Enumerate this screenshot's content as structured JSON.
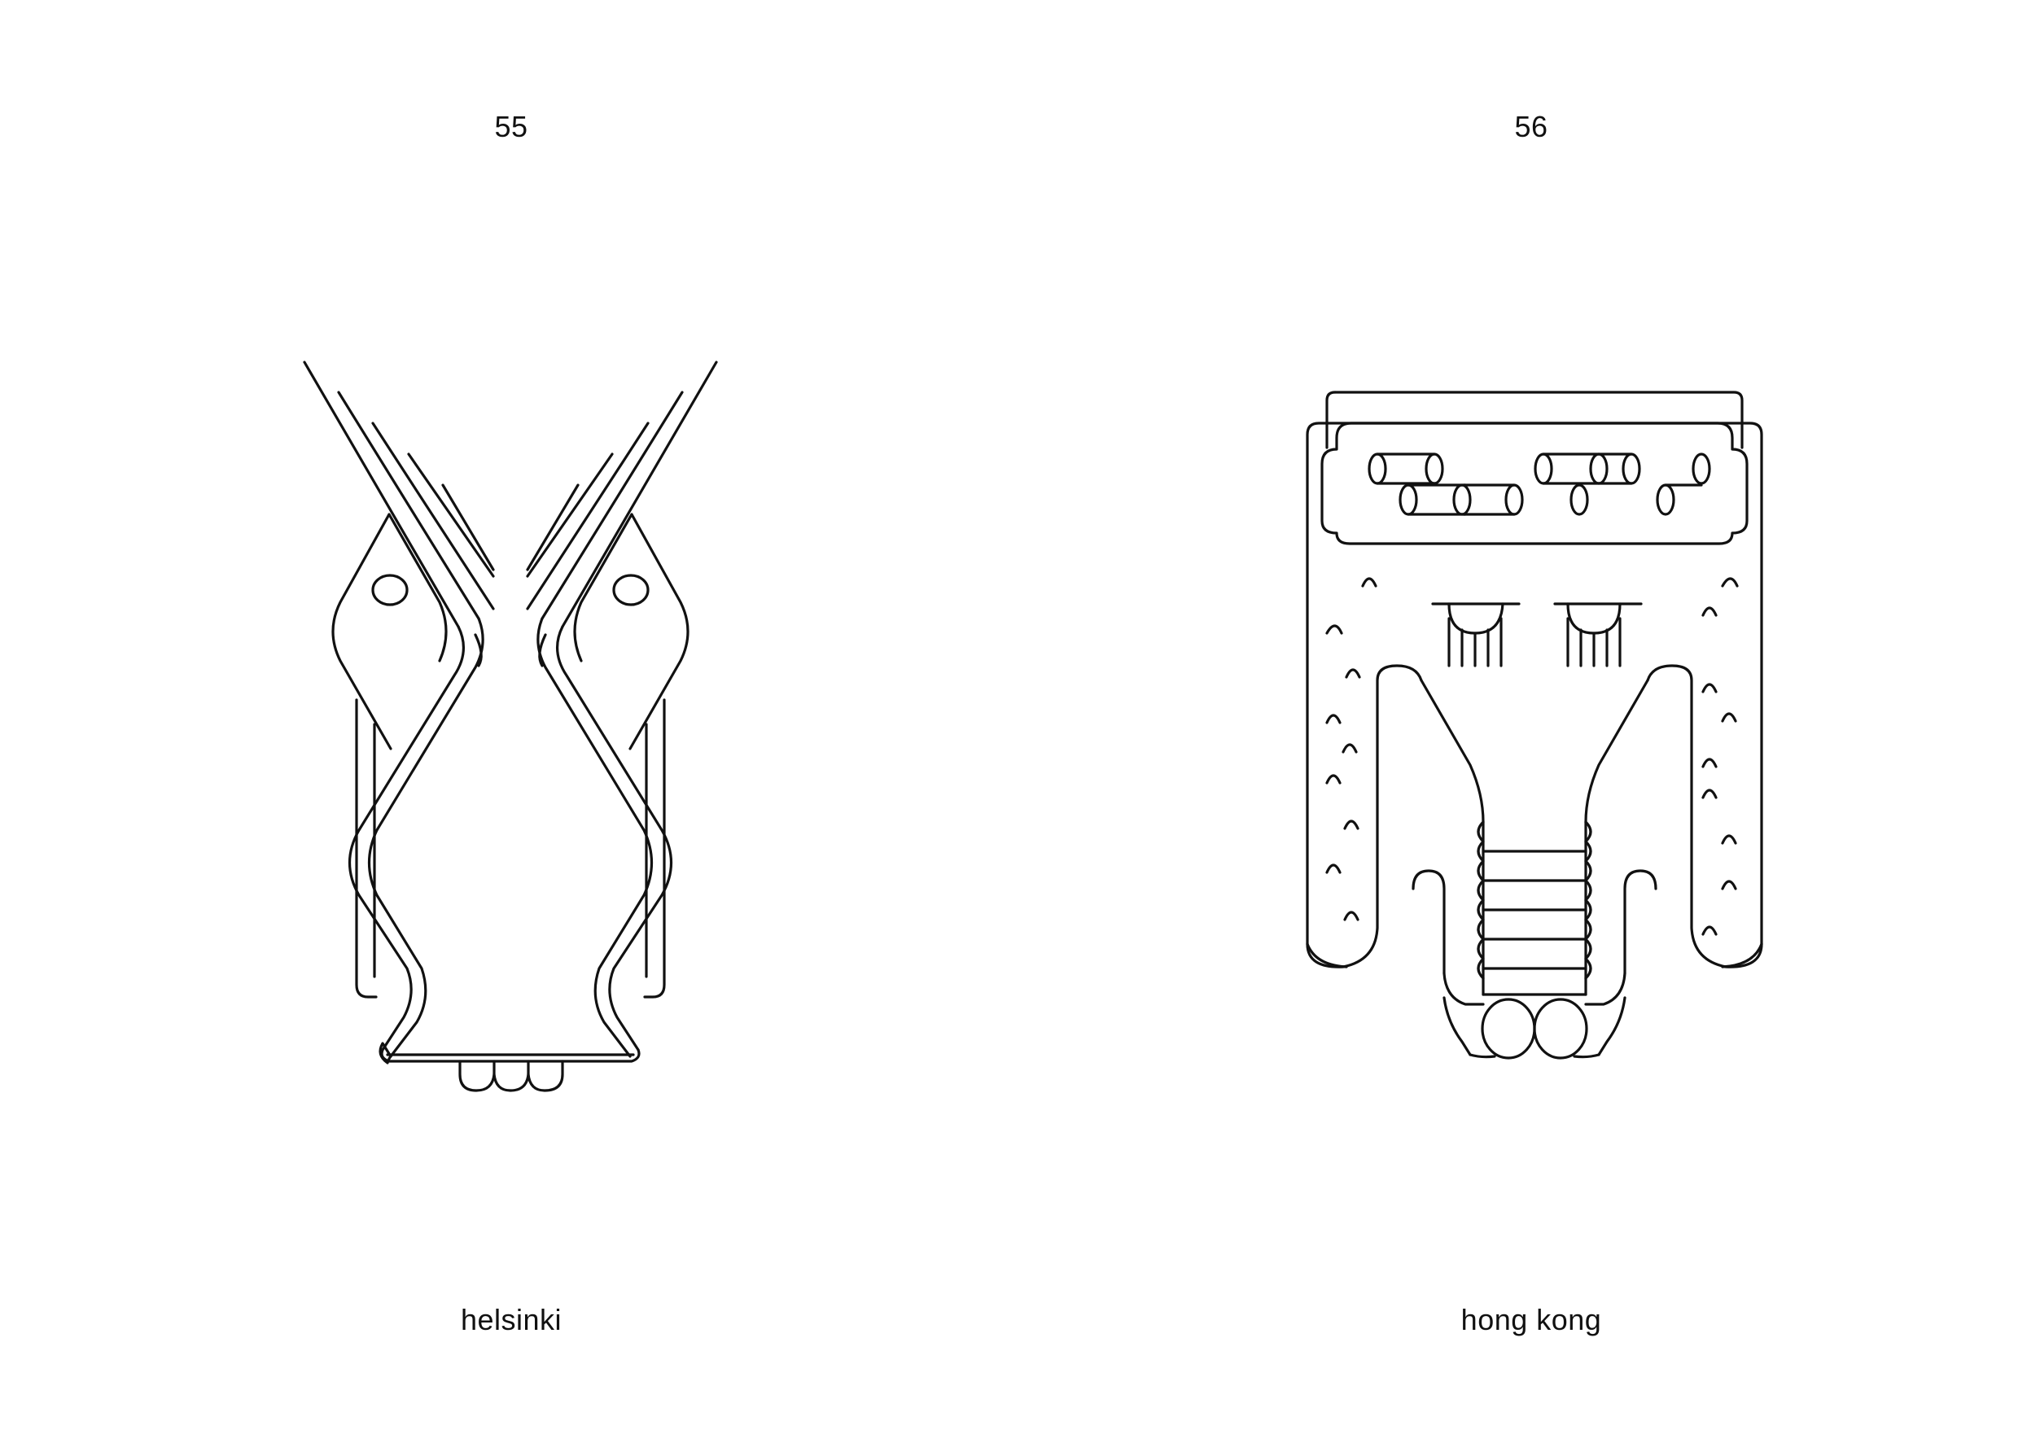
{
  "pages": [
    {
      "number": "55",
      "caption": "helsinki",
      "illustration_icon": "helsinki-line-art-illustration"
    },
    {
      "number": "56",
      "caption": "hong kong",
      "illustration_icon": "hong-kong-line-art-illustration"
    }
  ],
  "colors": {
    "background": "#ffffff",
    "ink": "#111111"
  }
}
